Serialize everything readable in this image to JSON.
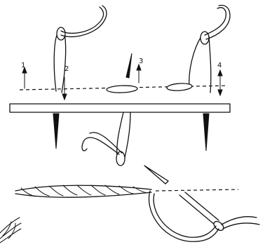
{
  "steps": [
    {
      "number": "1",
      "arrow": "up"
    },
    {
      "number": "2",
      "arrow": "down"
    },
    {
      "number": "3",
      "arrow": "up"
    },
    {
      "number": "4",
      "arrow": "up-down"
    }
  ]
}
